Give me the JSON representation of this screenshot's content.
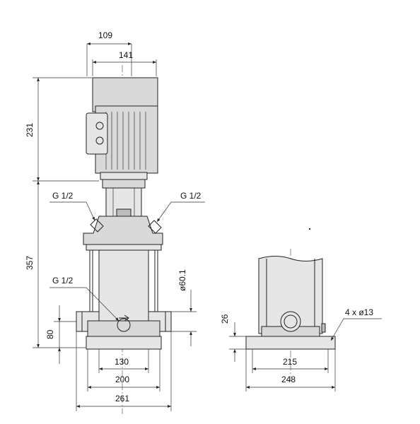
{
  "dimensions": {
    "motor_width_inner": "109",
    "motor_width_outer": "141",
    "motor_height": "231",
    "pump_height": "357",
    "base_height": "80",
    "pipe_diameter": "ø60.1",
    "port_distance": "130",
    "foot_distance": "200",
    "base_width": "261",
    "side_foot_height": "26",
    "side_foot_distance": "215",
    "side_base_width": "248",
    "mounting_holes": "4 x ø13"
  },
  "connections": {
    "left_port": "G 1/2",
    "right_port": "G 1/2",
    "drain_port": "G 1/2"
  },
  "colors": {
    "line": "#222222",
    "fill": "#d9d9d9"
  }
}
